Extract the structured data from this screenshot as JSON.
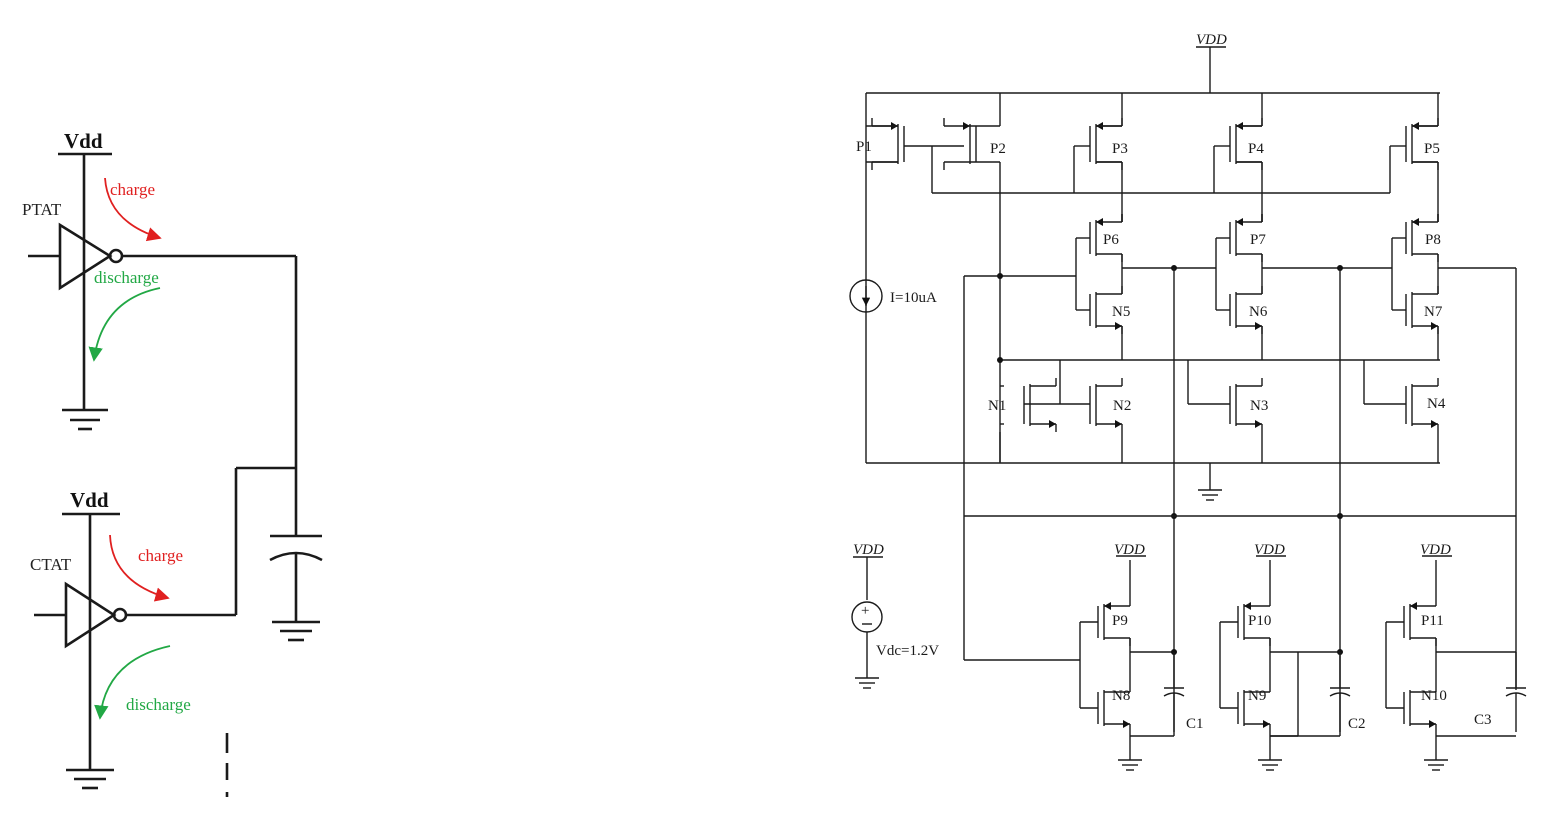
{
  "left_circuit": {
    "top_inverter": {
      "supply": "Vdd",
      "name": "PTAT",
      "charge_label": "charge",
      "discharge_label": "discharge"
    },
    "bottom_inverter": {
      "supply": "Vdd",
      "name": "CTAT",
      "charge_label": "charge",
      "discharge_label": "discharge"
    }
  },
  "right_circuit": {
    "vdd_label": "VDD",
    "current_source": "I=10uA",
    "voltage_source": "Vdc=1.2V",
    "pmos": [
      "P1",
      "P2",
      "P3",
      "P4",
      "P5",
      "P6",
      "P7",
      "P8",
      "P9",
      "P10",
      "P11"
    ],
    "nmos": [
      "N1",
      "N2",
      "N3",
      "N4",
      "N5",
      "N6",
      "N7",
      "N8",
      "N9",
      "N10"
    ],
    "capacitors": [
      "C1",
      "C2",
      "C3"
    ]
  },
  "colors": {
    "charge": "#e02020",
    "discharge": "#22a845",
    "wire": "#1a1a1a"
  }
}
